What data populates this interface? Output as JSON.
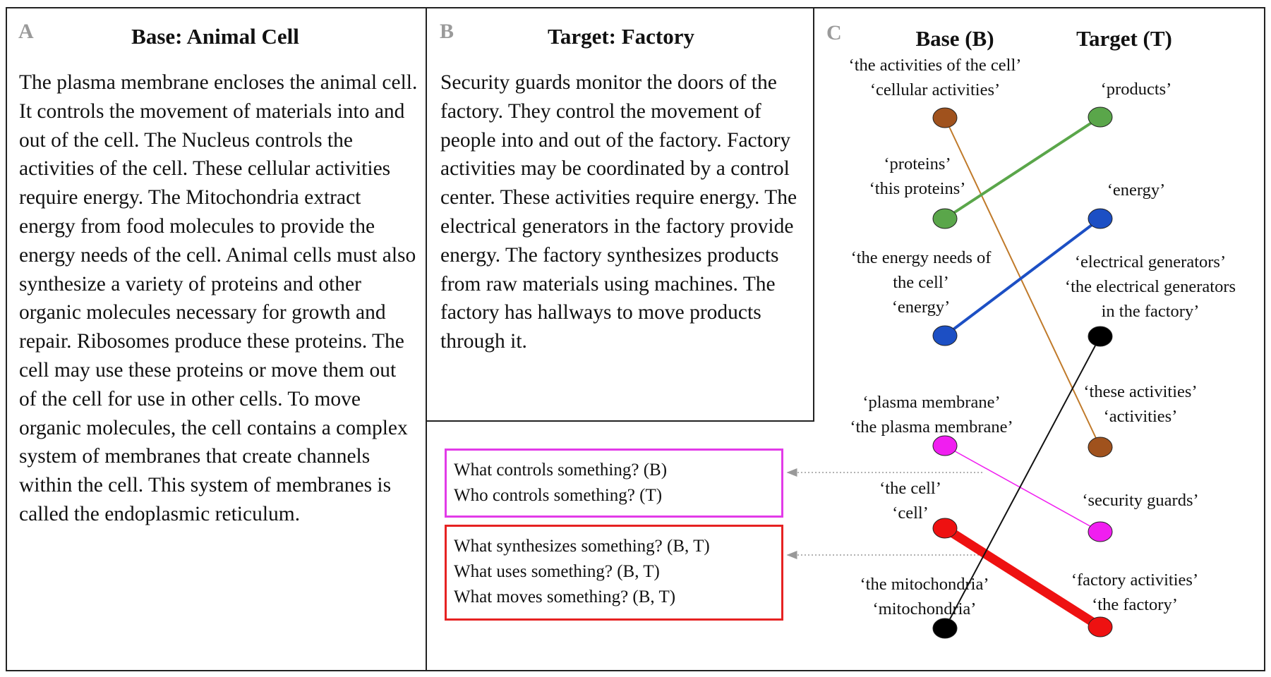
{
  "panel_a": {
    "letter": "A",
    "title": "Base: Animal Cell",
    "text": "The plasma membrane encloses the animal cell. It controls the movement of materials into and out of the cell. The Nucleus controls the activities of the cell. These cellular activities require energy. The Mitochondria extract energy from food molecules to provide the energy needs of the cell. Animal cells must also synthesize a variety of proteins and other organic molecules necessary for growth and repair. Ribosomes produce these proteins. The cell may use these proteins or move them out of the cell for use in other cells. To move organic molecules, the cell contains a complex system of membranes that create channels within the cell. This system of membranes is called the endoplasmic reticulum."
  },
  "panel_b": {
    "letter": "B",
    "title": "Target: Factory",
    "text": "Security guards monitor the doors of the factory. They control the movement of people into and out of the factory. Factory activities may be coordinated by a control center. These activities require energy. The electrical generators in the factory provide energy. The factory synthesizes products from raw materials using machines. The factory has hallways to move products through it."
  },
  "questions": {
    "box1": {
      "color": "#e23be8",
      "lines": [
        "What controls something? (B)",
        "Who controls something? (T)"
      ]
    },
    "box2": {
      "color": "#e62222",
      "lines": [
        "What synthesizes something? (B, T)",
        "What uses something? (B, T)",
        "What moves something? (B, T)"
      ]
    }
  },
  "panel_c": {
    "letter": "C",
    "base_header": "Base (B)",
    "target_header": "Target (T)",
    "base_nodes": [
      {
        "id": "b1",
        "color": "#a0521d",
        "labels": [
          "‘the activities of the cell’",
          "‘cellular activities’"
        ]
      },
      {
        "id": "b2",
        "color": "#5aa64a",
        "labels": [
          "‘proteins’",
          "‘this proteins’"
        ]
      },
      {
        "id": "b3",
        "color": "#1c4fc4",
        "labels": [
          "‘the energy needs of",
          "the cell’",
          "‘energy’"
        ]
      },
      {
        "id": "b4",
        "color": "#f01ef0",
        "labels": [
          "‘plasma membrane’",
          "‘the plasma membrane’"
        ]
      },
      {
        "id": "b5",
        "color": "#ee1111",
        "labels": [
          "‘the cell’",
          "‘cell’"
        ]
      },
      {
        "id": "b6",
        "color": "#000000",
        "labels": [
          "‘the mitochondria’",
          "‘mitochondria’"
        ]
      }
    ],
    "target_nodes": [
      {
        "id": "t1",
        "color": "#5aa64a",
        "labels": [
          "‘products’"
        ]
      },
      {
        "id": "t2",
        "color": "#1c4fc4",
        "labels": [
          "‘energy’"
        ]
      },
      {
        "id": "t3",
        "color": "#000000",
        "labels": [
          "‘electrical generators’",
          "‘the electrical generators",
          "in the factory’"
        ]
      },
      {
        "id": "t4",
        "color": "#a0521d",
        "labels": [
          "‘these activities’",
          "‘activities’"
        ]
      },
      {
        "id": "t5",
        "color": "#f01ef0",
        "labels": [
          "‘security guards’"
        ]
      },
      {
        "id": "t6",
        "color": "#ee1111",
        "labels": [
          "‘factory activities’",
          "‘the factory’"
        ]
      }
    ],
    "links": [
      {
        "from": "b1",
        "to": "t4",
        "color": "#c07a2a",
        "weight": 2
      },
      {
        "from": "b2",
        "to": "t1",
        "color": "#5aa64a",
        "weight": 4
      },
      {
        "from": "b3",
        "to": "t2",
        "color": "#1c4fc4",
        "weight": 4
      },
      {
        "from": "b4",
        "to": "t5",
        "color": "#f01ef0",
        "weight": 1.5
      },
      {
        "from": "b5",
        "to": "t6",
        "color": "#ee1111",
        "weight": 13
      },
      {
        "from": "b6",
        "to": "t3",
        "color": "#111111",
        "weight": 2
      }
    ]
  }
}
